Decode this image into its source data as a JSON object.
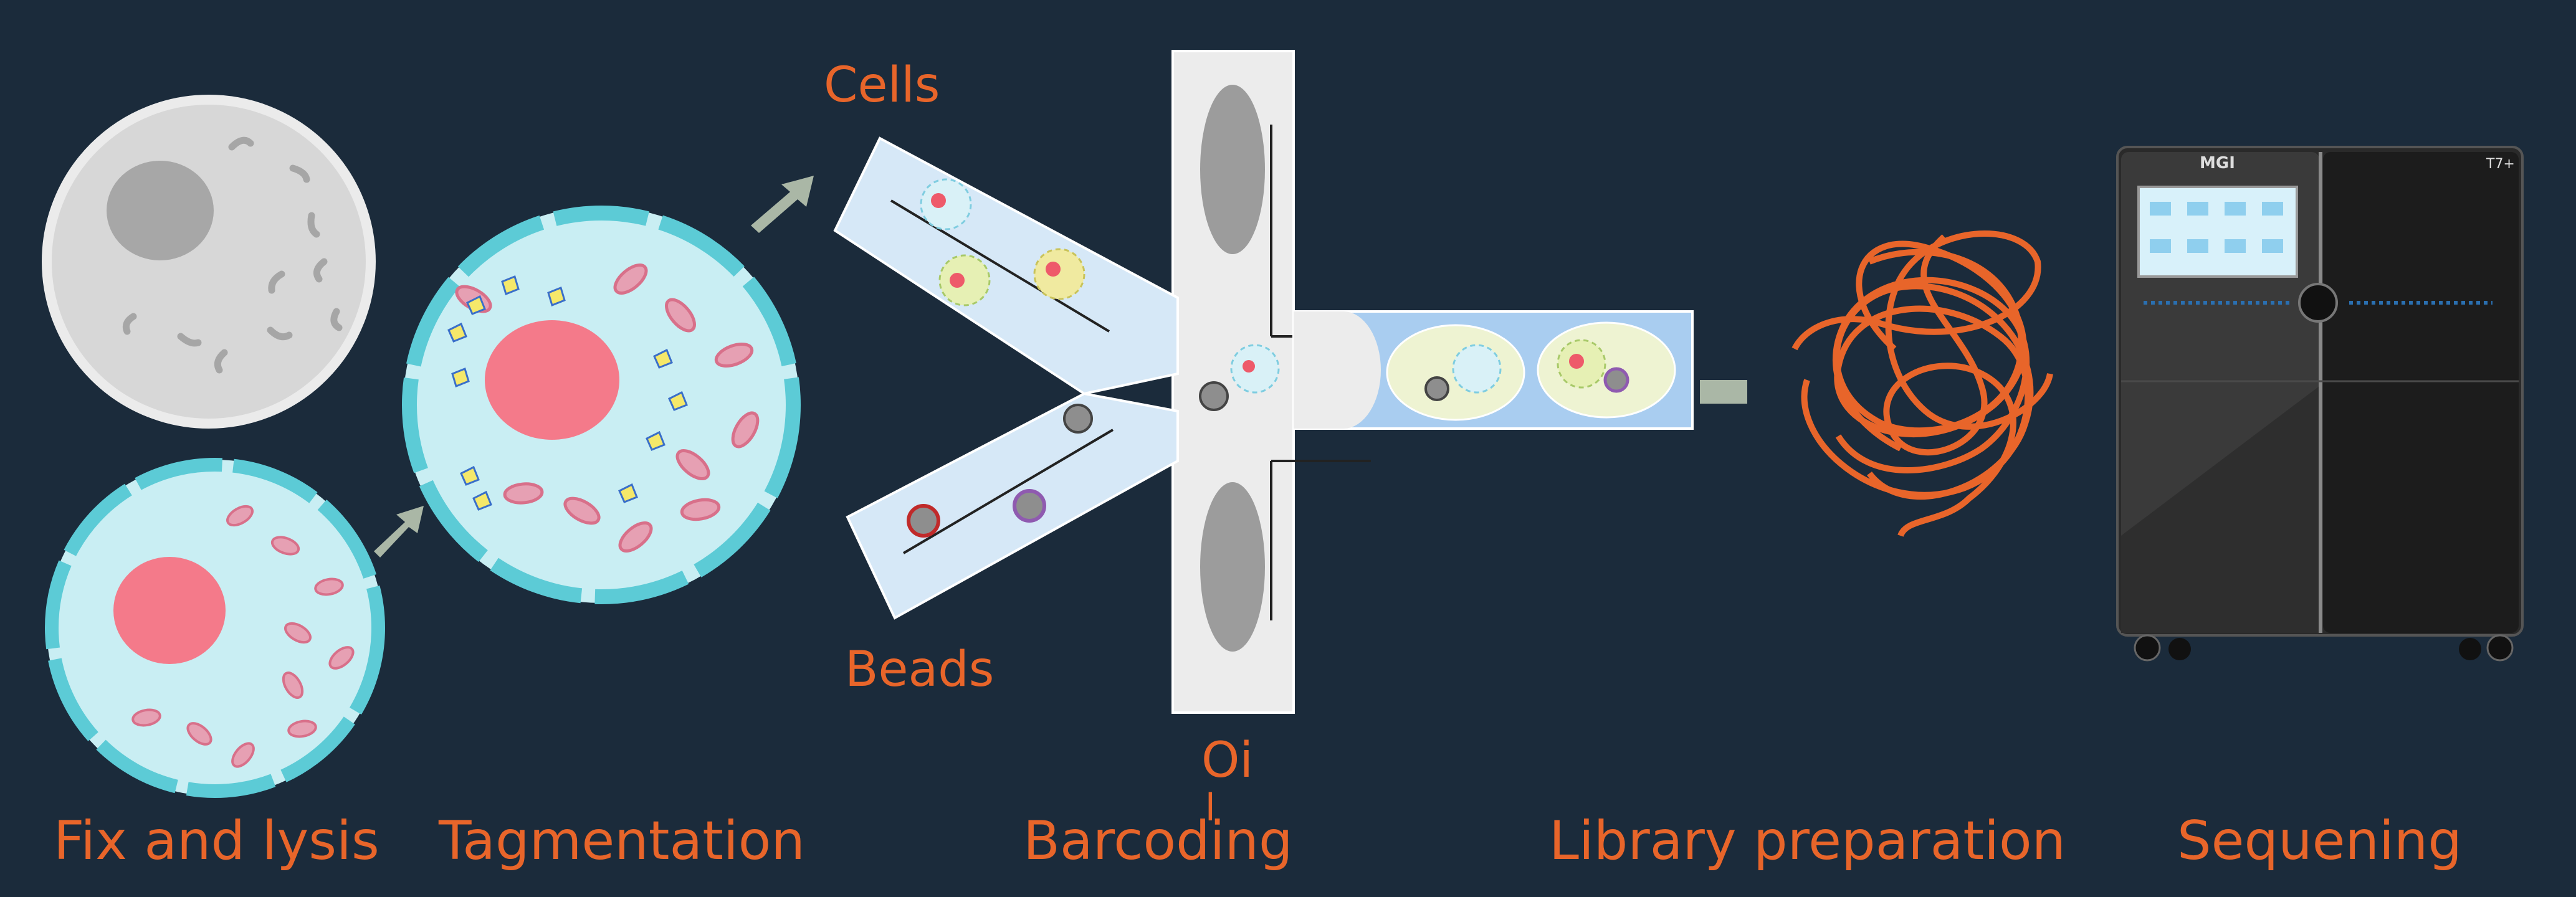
{
  "steps": {
    "fix_lysis": "Fix and lysis",
    "tagmentation": "Tagmentation",
    "barcoding": "Barcoding",
    "library_preparation": "Library preparation",
    "sequencing": "Sequening"
  },
  "channel_labels": {
    "cells": "Cells",
    "beads": "Beads",
    "oil": "Oi",
    "oil_tail": "l"
  },
  "sequencer": {
    "brand": "MGI",
    "model": "T7+"
  },
  "colors": {
    "background": "#1b2b3b",
    "label": "#e8652a",
    "nucleus": "#f47a8a",
    "cytoplasm": "#c9eef3",
    "membrane": "#5ccbd6",
    "mitochondria": "#d8708a",
    "arrow": "#aab7a6",
    "dna": "#e8652a",
    "channel": "#d6e8f7",
    "outlet": "#a9cdf0"
  }
}
